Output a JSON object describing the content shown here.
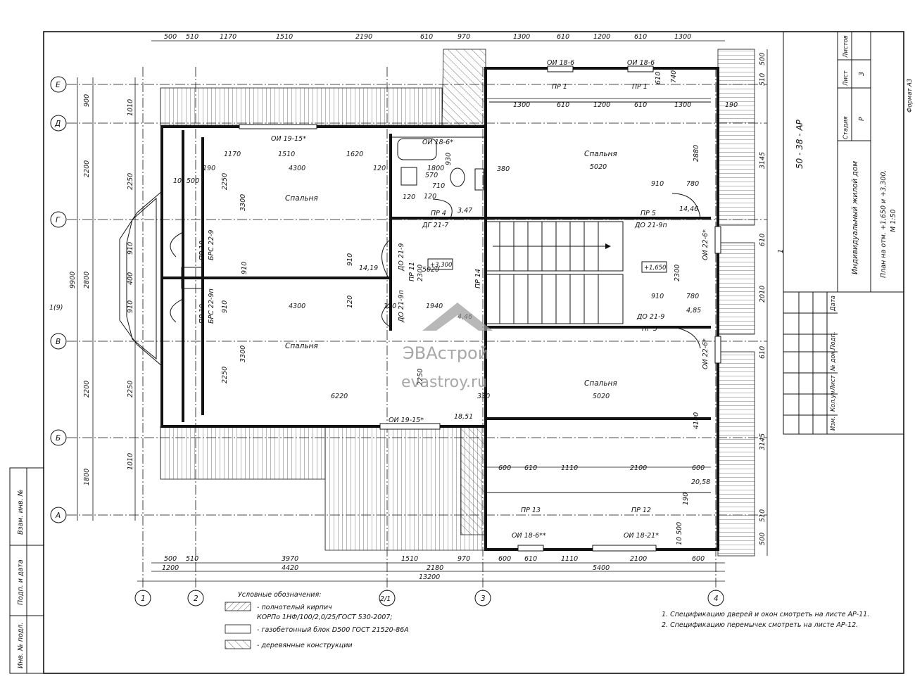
{
  "drawing": {
    "code": "50 - 38 - АР",
    "title": "Индивидуальный жилой дом",
    "sheet_name_line1": "План на отм. +1,650 и +3,300,",
    "sheet_name_line2": "М 1:50",
    "stage_label": "Стадия",
    "sheet_label": "Лист",
    "sheets_label": "Листов",
    "stage_value": "Р",
    "sheet_value": "3",
    "format": "Формат А3",
    "stamp_columns": [
      "Изм.",
      "Кол.уч",
      "Лист",
      "№ док.",
      "Подп.",
      "Дата"
    ],
    "left_stamp": [
      "Взам. инв. №",
      "Подп. и дата",
      "Инв. № подл."
    ]
  },
  "axes": {
    "rows": [
      "Е",
      "Д",
      "Г",
      "В",
      "Б",
      "А"
    ],
    "columns": [
      "1",
      "2",
      "2/1",
      "3",
      "4"
    ],
    "section_mark_left": "1(9)",
    "section_mark_right": "1"
  },
  "dims": {
    "top1": [
      "500",
      "510",
      "1170",
      "1510",
      "2190",
      "610",
      "970",
      "1300",
      "610",
      "1200",
      "610",
      "1300"
    ],
    "top_inner": [
      "1300",
      "610",
      "1200",
      "610",
      "1300",
      "190"
    ],
    "bottom1": [
      "500",
      "510",
      "3970",
      "1510",
      "970",
      "600",
      "610",
      "1110",
      "2100",
      "600"
    ],
    "bottom2": [
      "1200",
      "4420",
      "2180",
      "5400"
    ],
    "bottom_total": "13200",
    "lower_inner": [
      "600",
      "610",
      "1110",
      "2100",
      "600"
    ],
    "left1": [
      "900",
      "2200",
      "2800",
      "2200",
      "1800"
    ],
    "left_total": "9900",
    "left2": [
      "1010",
      "2250",
      "910",
      "400",
      "910",
      "2250",
      "1010"
    ],
    "right1": [
      "500",
      "510",
      "3145",
      "610",
      "2010",
      "610",
      "3145",
      "510",
      "500"
    ],
    "misc": [
      "1170",
      "1510",
      "1620",
      "190",
      "4300",
      "120",
      "1800",
      "380",
      "5020",
      "2880",
      "910",
      "780",
      "10",
      "500",
      "2250",
      "3300",
      "910",
      "910",
      "120",
      "4300",
      "910",
      "120",
      "1940",
      "2300",
      "2300",
      "910",
      "780",
      "3300",
      "2250",
      "6220",
      "2250",
      "330",
      "5020",
      "4100",
      "190",
      "500",
      "10",
      "570",
      "710",
      "930",
      "610",
      "740",
      "120",
      "120"
    ]
  },
  "rooms": {
    "bed1": "Спальня",
    "bed2": "Спальня",
    "bed3": "Спальня",
    "bed4": "Спальня",
    "area1": "14,19",
    "area2": "18,51",
    "area3": "14,46",
    "area4": "4,85",
    "area5": "3,47",
    "area6": "20,58",
    "area7": "4,46",
    "lvl1": "+3,300",
    "lvl2": "+1,650",
    "bed4_width": "5020",
    "bed3_width": "5020"
  },
  "marks": {
    "oi1": "ОИ 18-6",
    "oi2": "ОИ 18-6",
    "oi3": "ОИ 19-15*",
    "oi4": "ОИ 18-6*",
    "oi5": "ОИ 19-15*",
    "oi6": "ОИ 18-6**",
    "oi7": "ОИ 18-21*",
    "oi8": "ОИ 22-6*",
    "oi9": "ОИ 22-6*",
    "pr1": "ПР 1",
    "pr2": "ПР 1",
    "pr4": "ПР 4",
    "pr5a": "ПР 5",
    "pr5b": "ПР 5",
    "pr10a": "ПР 10",
    "pr10b": "ПР 10",
    "pr11": "ПР 11",
    "pr12": "ПР 12",
    "pr13": "ПР 13",
    "pr14": "ПР 14",
    "dg": "ДГ 21-7",
    "do1": "ДО 21-9п",
    "do2": "ДО 21-9",
    "do3": "ДО 21-9",
    "do4": "ДО 21-9п",
    "brs1": "БРС 22-9",
    "brs2": "БРС 22-9п"
  },
  "legend": {
    "title": "Условные обозначения:",
    "item1_line1": "- полнотелый кирпич",
    "item1_line2": "КОРПо 1НФ/100/2,0/25/ГОСТ 530-2007;",
    "item2": "- газобетонный блок D500 ГОСТ 21520-86А",
    "item3": "- деревянные конструкции"
  },
  "notes": {
    "n1": "1. Спецификацию дверей и окон смотреть на листе АР-11.",
    "n2": "2. Спецификацию перемычек смотреть на листе АР-12."
  },
  "watermark": {
    "brand": "ЭВАстрой",
    "site": "evastroy.ru"
  }
}
